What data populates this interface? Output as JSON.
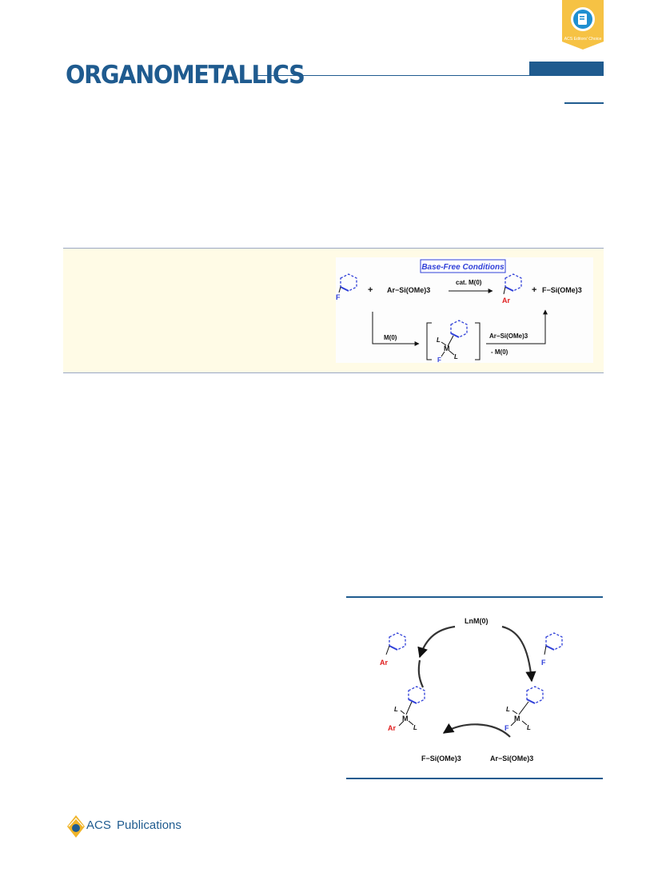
{
  "journal": {
    "name": "ORGANOMETALLICS",
    "brand_color": "#1f5b8f"
  },
  "badge": {
    "label": "ACS Editors' Choice",
    "color": "#f6c244"
  },
  "abstract_graphic": {
    "banner": "Base-Free Conditions",
    "reagent": "Ar−Si(OMe)3",
    "plus": "+",
    "catalyst": "cat. M(0)",
    "byproduct": "F−Si(OMe)3",
    "step1": "M(0)",
    "step2_reagent": "Ar−Si(OMe)3",
    "step2_loss": "- M(0)",
    "ligand": "L",
    "metal": "M",
    "fluoride": "F",
    "aryl": "Ar"
  },
  "scheme": {
    "catalyst": "LnM(0)",
    "reagent": "Ar−Si(OMe)3",
    "byproduct": "F−Si(OMe)3",
    "ligand": "L",
    "metal": "M",
    "fluoride": "F",
    "aryl": "Ar"
  },
  "footer": {
    "publisher_1": "ACS",
    "publisher_2": "Publications"
  },
  "colors": {
    "red": "#e02020",
    "blue": "#2f3fd8",
    "abstract_bg": "#fffbe6"
  }
}
